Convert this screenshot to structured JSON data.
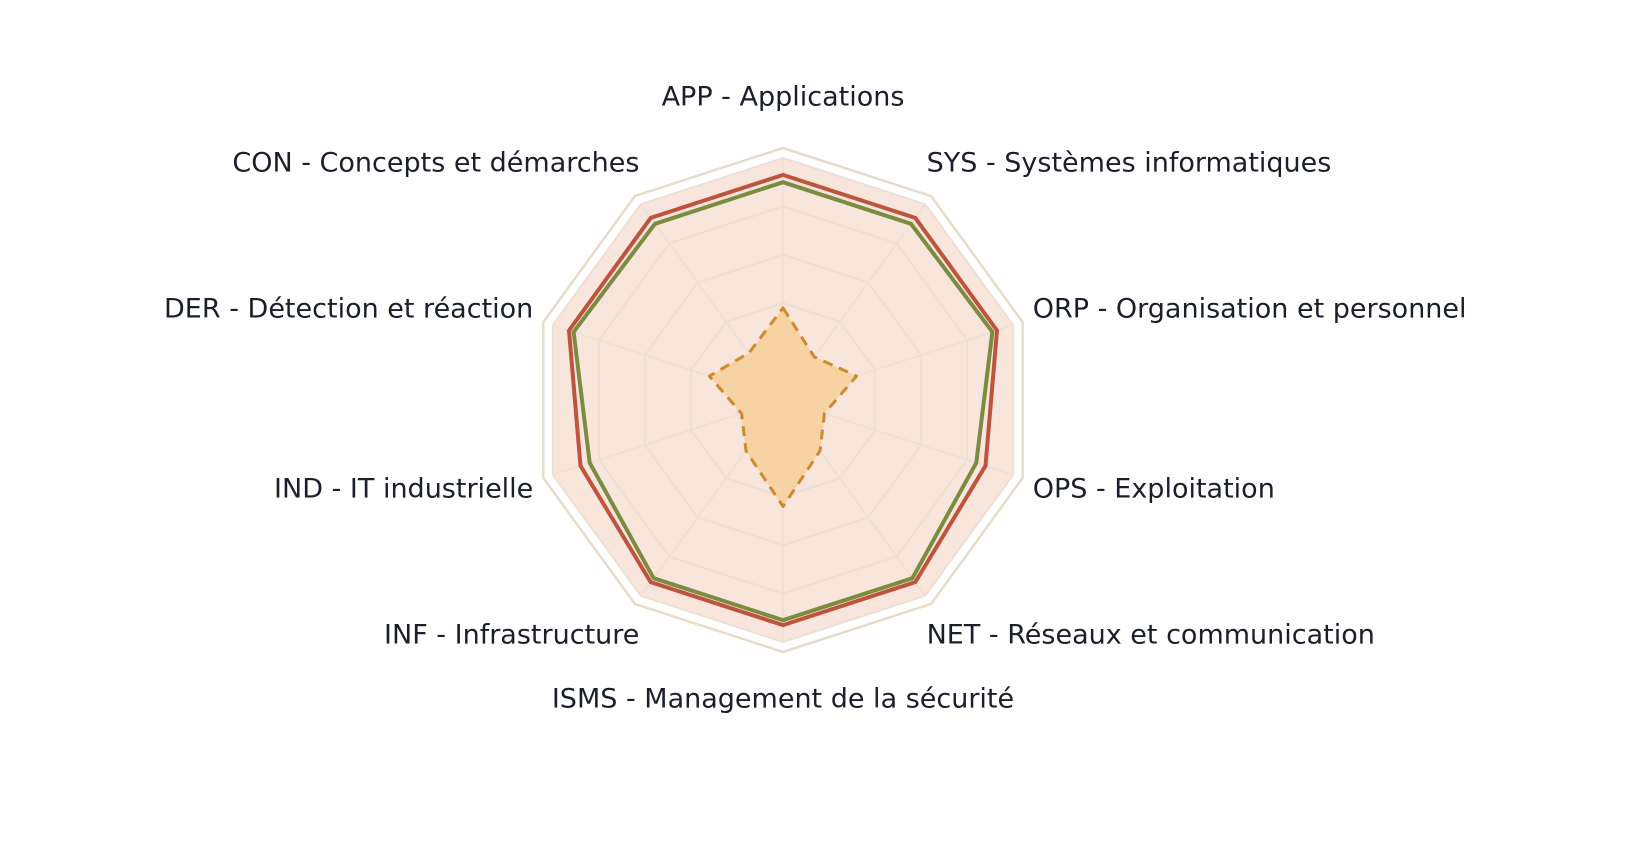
{
  "chart_data": {
    "type": "radar",
    "title": "",
    "axes": [
      "APP - Applications",
      "SYS - Systèmes informatiques",
      "ORP - Organisation et personnel",
      "OPS - Exploitation",
      "NET - Réseaux et communication",
      "ISMS - Management de la sécurité",
      "INF - Infrastructure",
      "IND - IT industrielle",
      "DER - Détection et réaction",
      "CON - Concepts et démarches"
    ],
    "range": [
      0,
      100
    ],
    "rings": 5,
    "series": [
      {
        "values": [
          93,
          93,
          93,
          88,
          93,
          93,
          93,
          88,
          93,
          93
        ],
        "color": "#c0533d",
        "dashed": false
      },
      {
        "values": [
          90,
          90,
          91,
          84,
          91,
          91,
          91,
          84,
          91,
          90
        ],
        "color": "#7b8c40",
        "dashed": false
      },
      {
        "values": [
          38,
          22,
          32,
          18,
          26,
          44,
          26,
          18,
          32,
          24
        ],
        "color": "#cf8a2e",
        "dashed": true
      }
    ],
    "colors": {
      "outer_frame": "#e6dccb",
      "grid": "#eedfd3",
      "fill": "#f8e5dc",
      "inner_fill": "#f7cf98"
    }
  }
}
